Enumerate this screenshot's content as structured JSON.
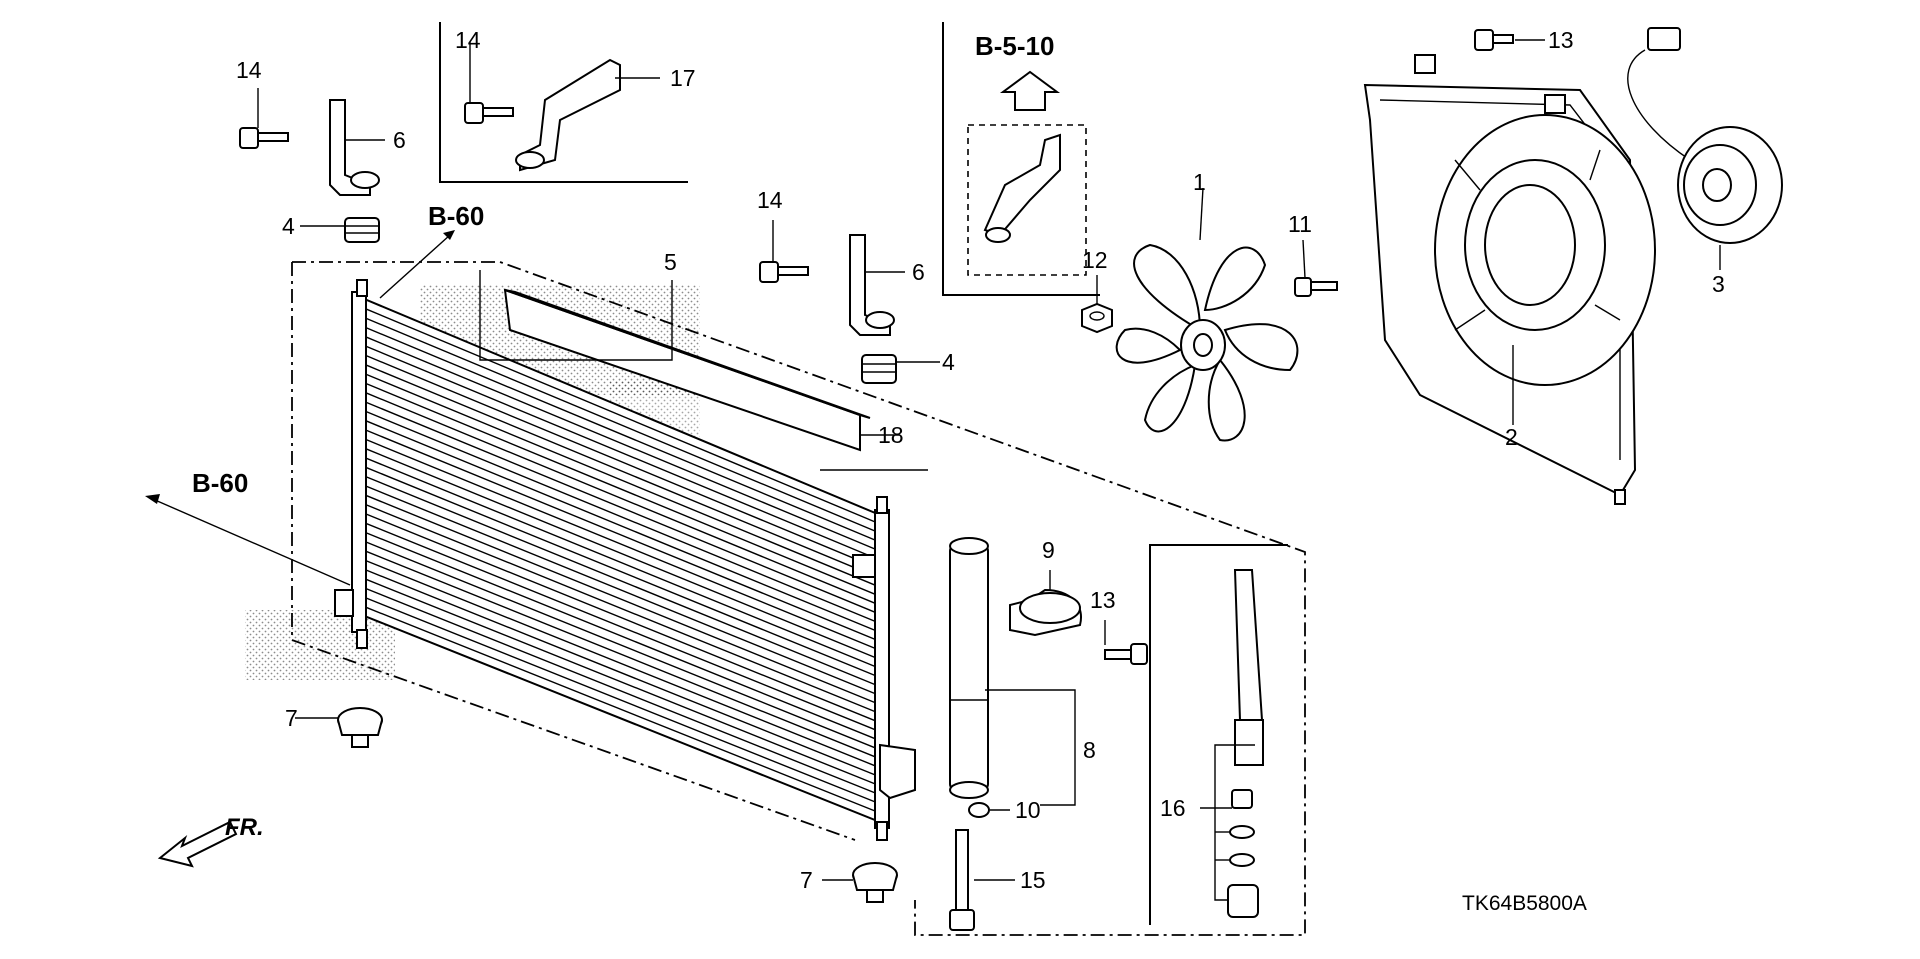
{
  "diagram_code": "TK64B5800A",
  "front_label": "FR.",
  "refs": {
    "b60_top": "B-60",
    "b60_left": "B-60",
    "b510": "B-5-10"
  },
  "callouts": {
    "c1": "1",
    "c2": "2",
    "c3": "3",
    "c4a": "4",
    "c4b": "4",
    "c5": "5",
    "c6a": "6",
    "c6b": "6",
    "c7a": "7",
    "c7b": "7",
    "c8": "8",
    "c9": "9",
    "c10": "10",
    "c11": "11",
    "c12": "12",
    "c13a": "13",
    "c13b": "13",
    "c14a": "14",
    "c14b": "14",
    "c14c": "14",
    "c15": "15",
    "c16": "16",
    "c17": "17",
    "c18": "18"
  }
}
